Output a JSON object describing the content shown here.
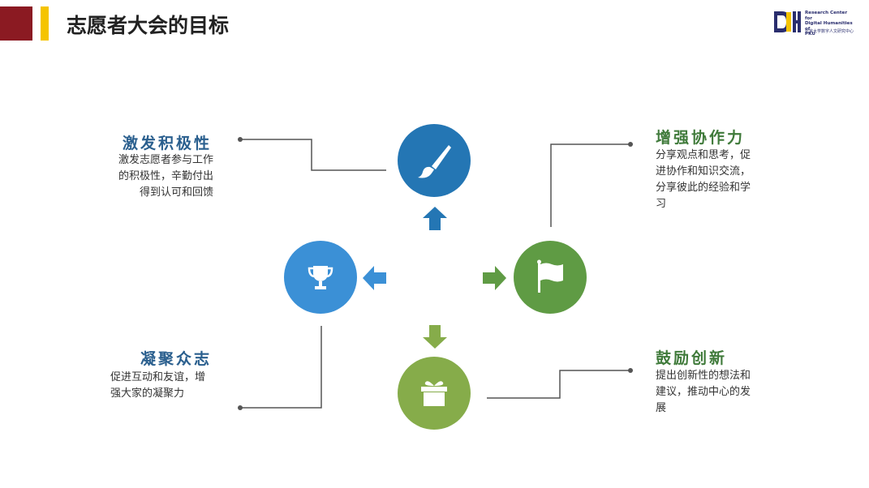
{
  "slide": {
    "title": "志愿者大会的目标"
  },
  "logo": {
    "text": "Research Center for\nDigital Humanities of\nPKU",
    "subtext": "北京大学数字人文研究中心"
  },
  "goals": {
    "top_left": {
      "heading": "激发积极性",
      "description": "激发志愿者参与工作的积极性，辛勤付出得到认可和回馈"
    },
    "top_right": {
      "heading": "增强协作力",
      "description": "分享观点和思考，促进协作和知识交流，分享彼此的经验和学习"
    },
    "bottom_left": {
      "heading": "凝聚众志",
      "description": "促进互动和友谊，增强大家的凝聚力"
    },
    "bottom_right": {
      "heading": "鼓励创新",
      "description": "提出创新性的想法和建议，推动中心的发展"
    }
  },
  "icons": {
    "top": "brush-icon",
    "left": "trophy-icon",
    "right": "flag-icon",
    "bottom": "gift-icon"
  },
  "colors": {
    "brand_red": "#8b1a22",
    "accent_yellow": "#f5c400",
    "blue_dark": "#2476b4",
    "blue_light": "#3b90d6",
    "green_dark": "#5f9b44",
    "green_light": "#86ac4a",
    "connector": "#555555"
  }
}
